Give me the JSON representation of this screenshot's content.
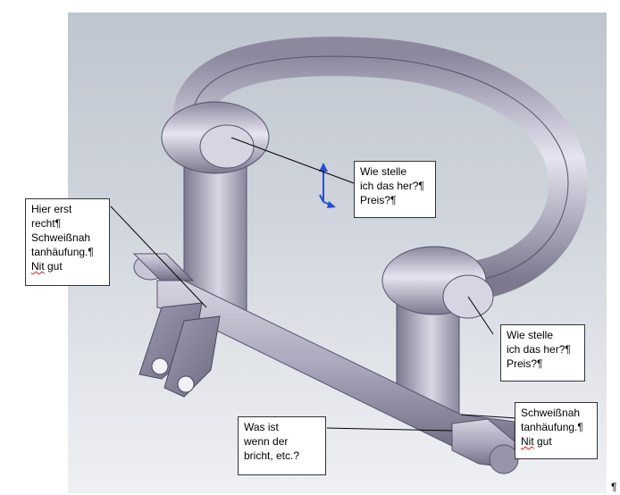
{
  "callouts": {
    "top": {
      "lines": [
        "Wie stelle",
        "ich das her?¶",
        "Preis?¶"
      ]
    },
    "left": {
      "lines": [
        "Hier erst",
        "recht¶",
        "Schweißnah",
        "tanhäufung.¶"
      ],
      "last_prefix": "",
      "last_squiggle": "Nit",
      "last_rest": " gut"
    },
    "right": {
      "lines": [
        "Wie stelle",
        "ich das her?¶",
        "Preis?¶"
      ]
    },
    "bottom": {
      "lines": [
        "Was ist",
        "wenn der",
        "bricht, etc.?"
      ]
    },
    "bottom_right": {
      "lines": [
        "Schweißnah",
        "tanhäufung.¶"
      ],
      "last_squiggle": "Nit",
      "last_rest": " gut"
    }
  },
  "pilcrow": "¶",
  "colors": {
    "part": "#b8b4cc",
    "viewport_top": "#bfc5cf",
    "viewport_bottom": "#eef0f3"
  }
}
